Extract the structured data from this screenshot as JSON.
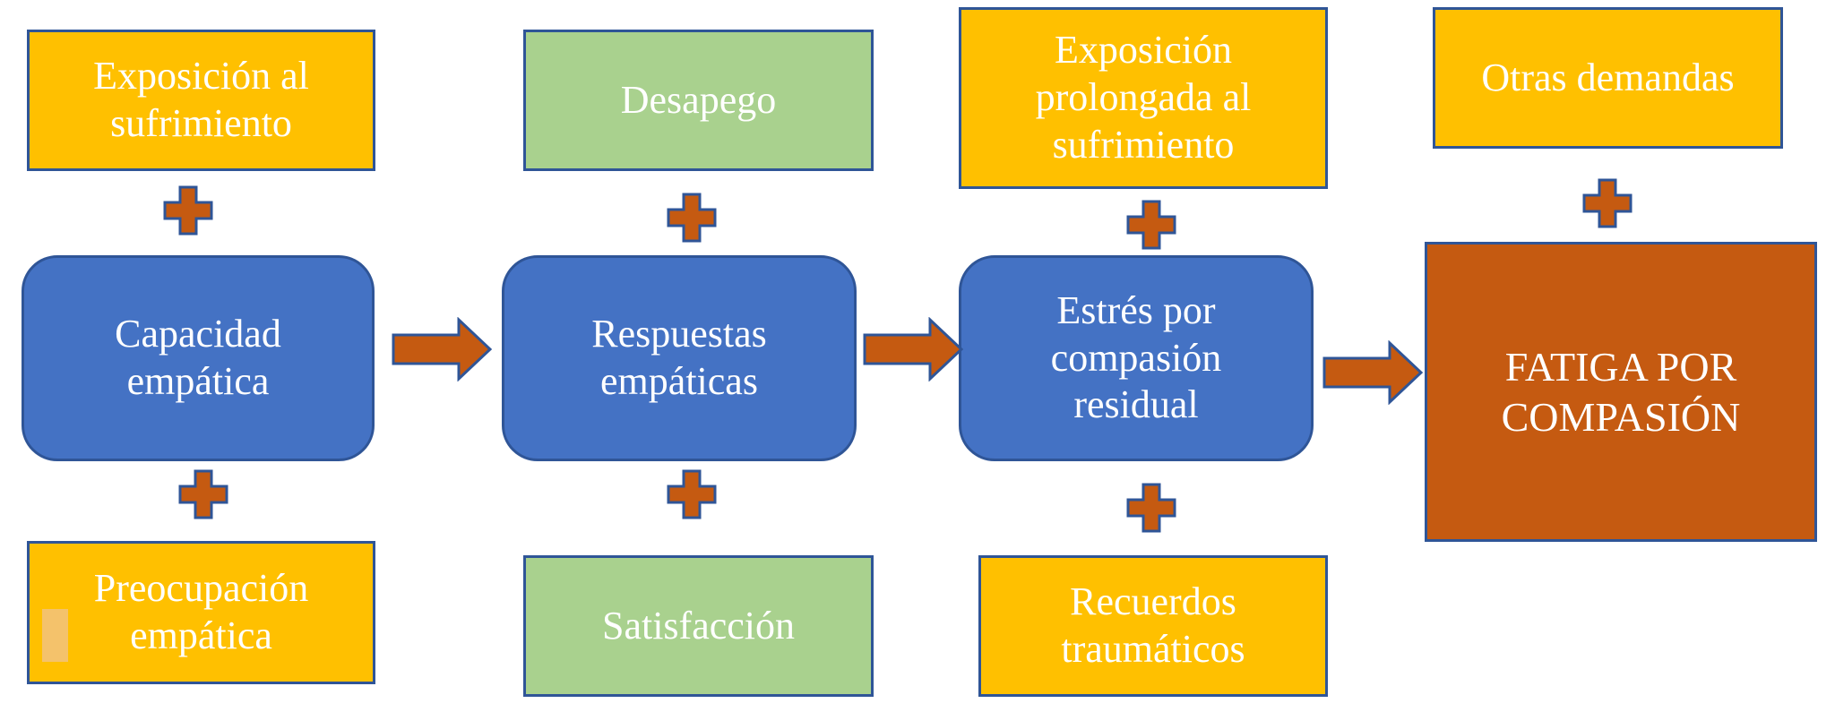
{
  "diagram": {
    "column1": {
      "top": [
        "Exposición al",
        "sufrimiento"
      ],
      "center": [
        "Capacidad",
        "empática"
      ],
      "bottom": [
        "Preocupación",
        "empática"
      ]
    },
    "column2": {
      "top": [
        "Desapego"
      ],
      "center": [
        "Respuestas",
        "empáticas"
      ],
      "bottom": [
        "Satisfacción"
      ]
    },
    "column3": {
      "top": [
        "Exposición",
        "prolongada al",
        "sufrimiento"
      ],
      "center": [
        "Estrés por",
        "compasión",
        "residual"
      ],
      "bottom": [
        "Recuerdos",
        "traumáticos"
      ]
    },
    "column4": {
      "top": [
        "Otras demandas"
      ],
      "result": [
        "FATIGA POR",
        "COMPASIÓN"
      ]
    }
  },
  "colors": {
    "yellow": "#ffc000",
    "green": "#a9d18e",
    "blue": "#4472c4",
    "orange": "#c55a11",
    "border": "#2f5597",
    "connector": "#c55a11"
  }
}
